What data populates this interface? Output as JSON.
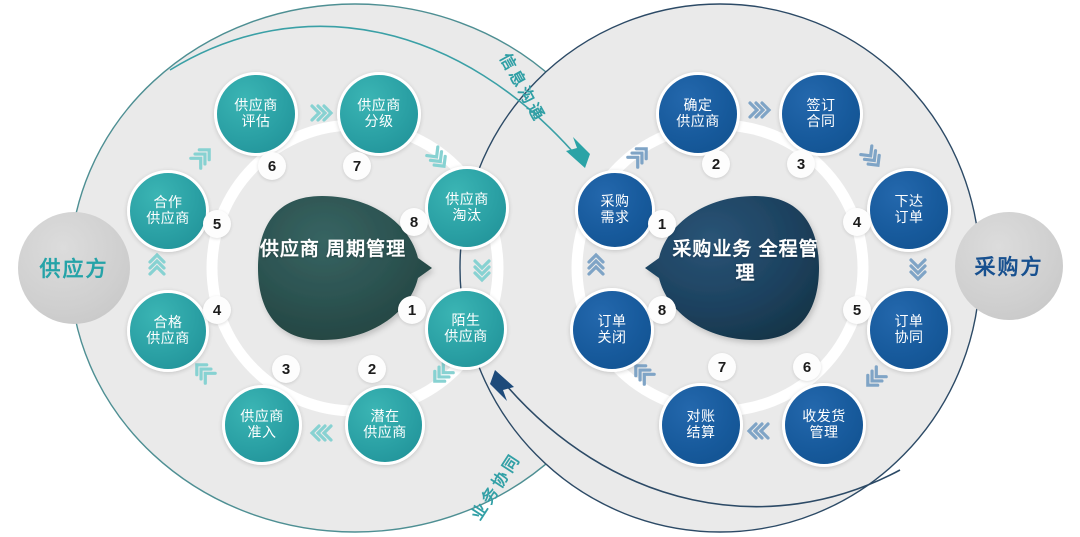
{
  "diagram": {
    "title": "供应商周期管理与采购业务全程管理",
    "colors": {
      "teal": "#2aa0a4",
      "blue": "#175a9c",
      "teal_dark": "#2b514f",
      "blue_dark": "#1d4260",
      "ellipse_fill": "#eaeaea",
      "endcap_fill": "#cfcfcf",
      "connector": "#ffffff",
      "chevron_teal": "#7fd0d0",
      "chevron_blue": "#6f93b8",
      "badge_bg": "#fdfdfd"
    }
  },
  "endcaps": {
    "left": {
      "label": "供应方"
    },
    "right": {
      "label": "采购方"
    }
  },
  "centers": {
    "left": {
      "line1": "供应商",
      "line2": "周期管理"
    },
    "right": {
      "line1": "采购业务",
      "line2": "全程管理"
    }
  },
  "curves": {
    "top": {
      "label": "信息沟通",
      "direction": "left-to-right",
      "arrow": "teal-arrowhead"
    },
    "bottom": {
      "label": "业务协同",
      "direction": "right-to-left",
      "arrow": "navy-arrowhead"
    }
  },
  "left_cycle": {
    "name": "供应商周期管理",
    "nodes": [
      {
        "step": "1",
        "line1": "陌生",
        "line2": "供应商"
      },
      {
        "step": "2",
        "line1": "潜在",
        "line2": "供应商"
      },
      {
        "step": "3",
        "line1": "供应商",
        "line2": "准入"
      },
      {
        "step": "4",
        "line1": "合格",
        "line2": "供应商"
      },
      {
        "step": "5",
        "line1": "合作",
        "line2": "供应商"
      },
      {
        "step": "6",
        "line1": "供应商",
        "line2": "评估"
      },
      {
        "step": "7",
        "line1": "供应商",
        "line2": "分级"
      },
      {
        "step": "8",
        "line1": "供应商",
        "line2": "淘汰"
      }
    ]
  },
  "right_cycle": {
    "name": "采购业务全程管理",
    "nodes": [
      {
        "step": "1",
        "line1": "采购",
        "line2": "需求"
      },
      {
        "step": "2",
        "line1": "确定",
        "line2": "供应商"
      },
      {
        "step": "3",
        "line1": "签订",
        "line2": "合同"
      },
      {
        "step": "4",
        "line1": "下达",
        "line2": "订单"
      },
      {
        "step": "5",
        "line1": "订单",
        "line2": "协同"
      },
      {
        "step": "6",
        "line1": "收发货",
        "line2": "管理"
      },
      {
        "step": "7",
        "line1": "对账",
        "line2": "结算"
      },
      {
        "step": "8",
        "line1": "订单",
        "line2": "关闭"
      }
    ]
  }
}
